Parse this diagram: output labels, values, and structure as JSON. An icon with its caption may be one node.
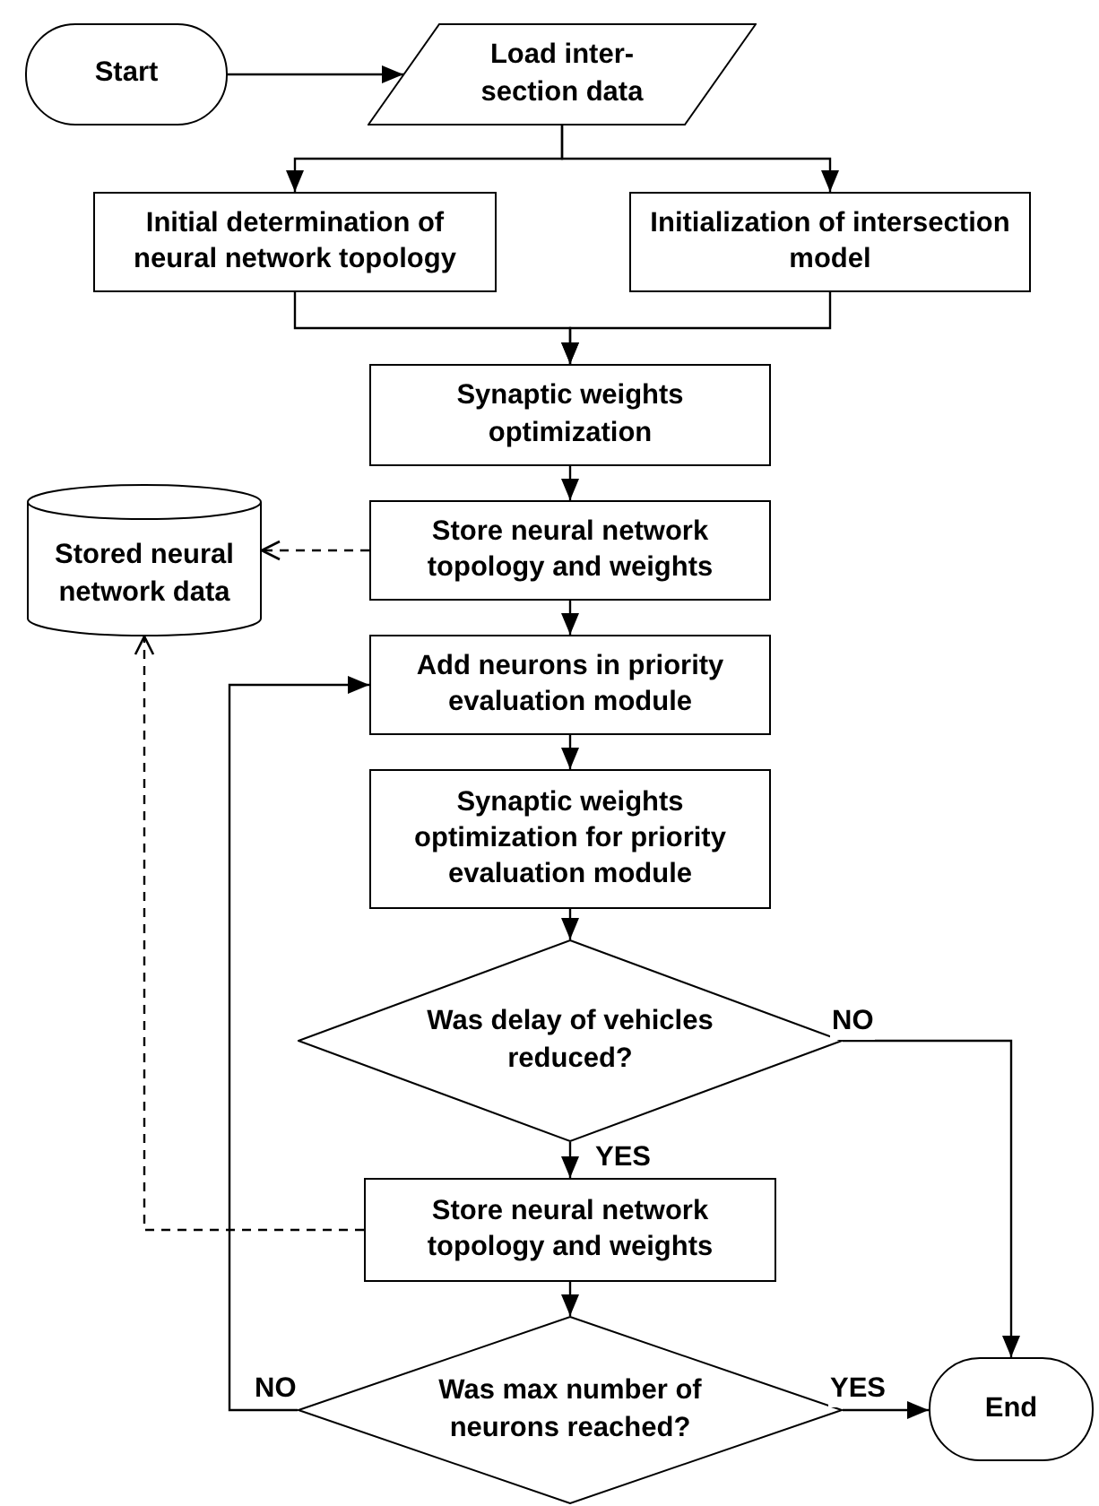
{
  "diagram": {
    "nodes": [
      {
        "text": [
          "Start"
        ]
      },
      {
        "text": [
          "Load inter- section data"
        ]
      },
      {
        "text": [
          "Initial determination of neural network topology"
        ]
      },
      {
        "text": [
          "Initialization of intersection model"
        ]
      },
      {
        "text": [
          "Synaptic weights optimization"
        ]
      },
      {
        "text": [
          "Stored neural network data"
        ]
      },
      {
        "text": [
          "Store neural network topology and weights"
        ]
      },
      {
        "text": [
          "Add neurons in priority evaluation module"
        ]
      },
      {
        "text": [
          "Synaptic weights optimization for priority evaluation module"
        ]
      },
      {
        "text": [
          "Was delay of vehicles reduced?"
        ]
      },
      {
        "text": [
          "Store neural network topology and weights"
        ]
      },
      {
        "text": [
          "Was max number of neurons reached?"
        ]
      },
      {
        "text": [
          "End"
        ]
      }
    ],
    "edges": [
      {
        "from": 0,
        "to": 1,
        "arrow": "to"
      },
      {
        "from": 1,
        "to": 2,
        "arrow": "to"
      },
      {
        "from": 1,
        "to": 3,
        "arrow": "to"
      },
      {
        "from": 2,
        "to": 4,
        "arrow": "to"
      },
      {
        "from": 3,
        "to": 4,
        "arrow": "to"
      },
      {
        "from": 4,
        "to": 6,
        "arrow": "to"
      },
      {
        "from": 6,
        "to": 5,
        "arrow": "to",
        "style": "dashed"
      },
      {
        "from": 6,
        "to": 7,
        "arrow": "to"
      },
      {
        "from": 7,
        "to": 8,
        "arrow": "to"
      },
      {
        "from": 8,
        "to": 9,
        "arrow": "to"
      },
      {
        "from": 9,
        "to": 10,
        "arrow": "to",
        "label": "YES"
      },
      {
        "from": 9,
        "to": 12,
        "arrow": "to",
        "label": "NO"
      },
      {
        "from": 10,
        "to": 5,
        "arrow": "to",
        "style": "dashed"
      },
      {
        "from": 10,
        "to": 11,
        "arrow": "to"
      },
      {
        "from": 11,
        "to": 12,
        "arrow": "to",
        "label": "YES"
      },
      {
        "from": 11,
        "to": 7,
        "arrow": "to",
        "label": "NO"
      }
    ]
  }
}
